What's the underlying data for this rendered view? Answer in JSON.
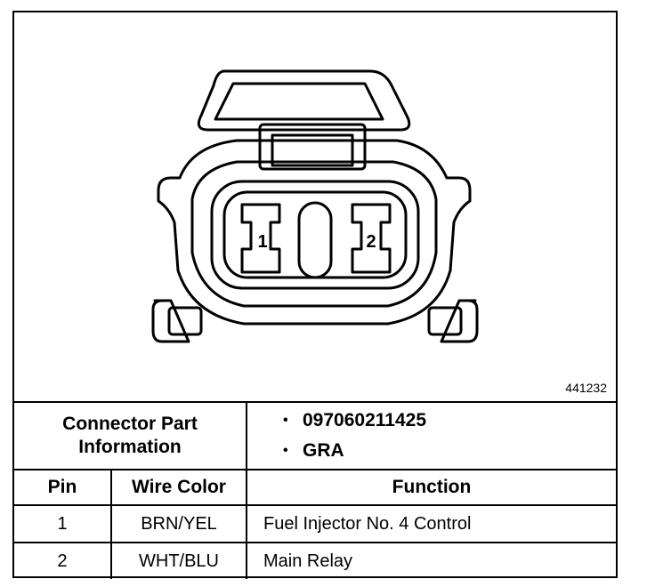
{
  "diagram": {
    "pin_labels": [
      "1",
      "2"
    ],
    "figure_id": "441232"
  },
  "connector_info": {
    "label_line1": "Connector Part",
    "label_line2": "Information",
    "part_items": [
      "097060211425",
      "GRA"
    ]
  },
  "table": {
    "headers": [
      "Pin",
      "Wire Color",
      "Function"
    ],
    "rows": [
      {
        "pin": "1",
        "wire_color": "BRN/YEL",
        "function": "Fuel Injector No. 4 Control"
      },
      {
        "pin": "2",
        "wire_color": "WHT/BLU",
        "function": "Main Relay"
      }
    ]
  }
}
